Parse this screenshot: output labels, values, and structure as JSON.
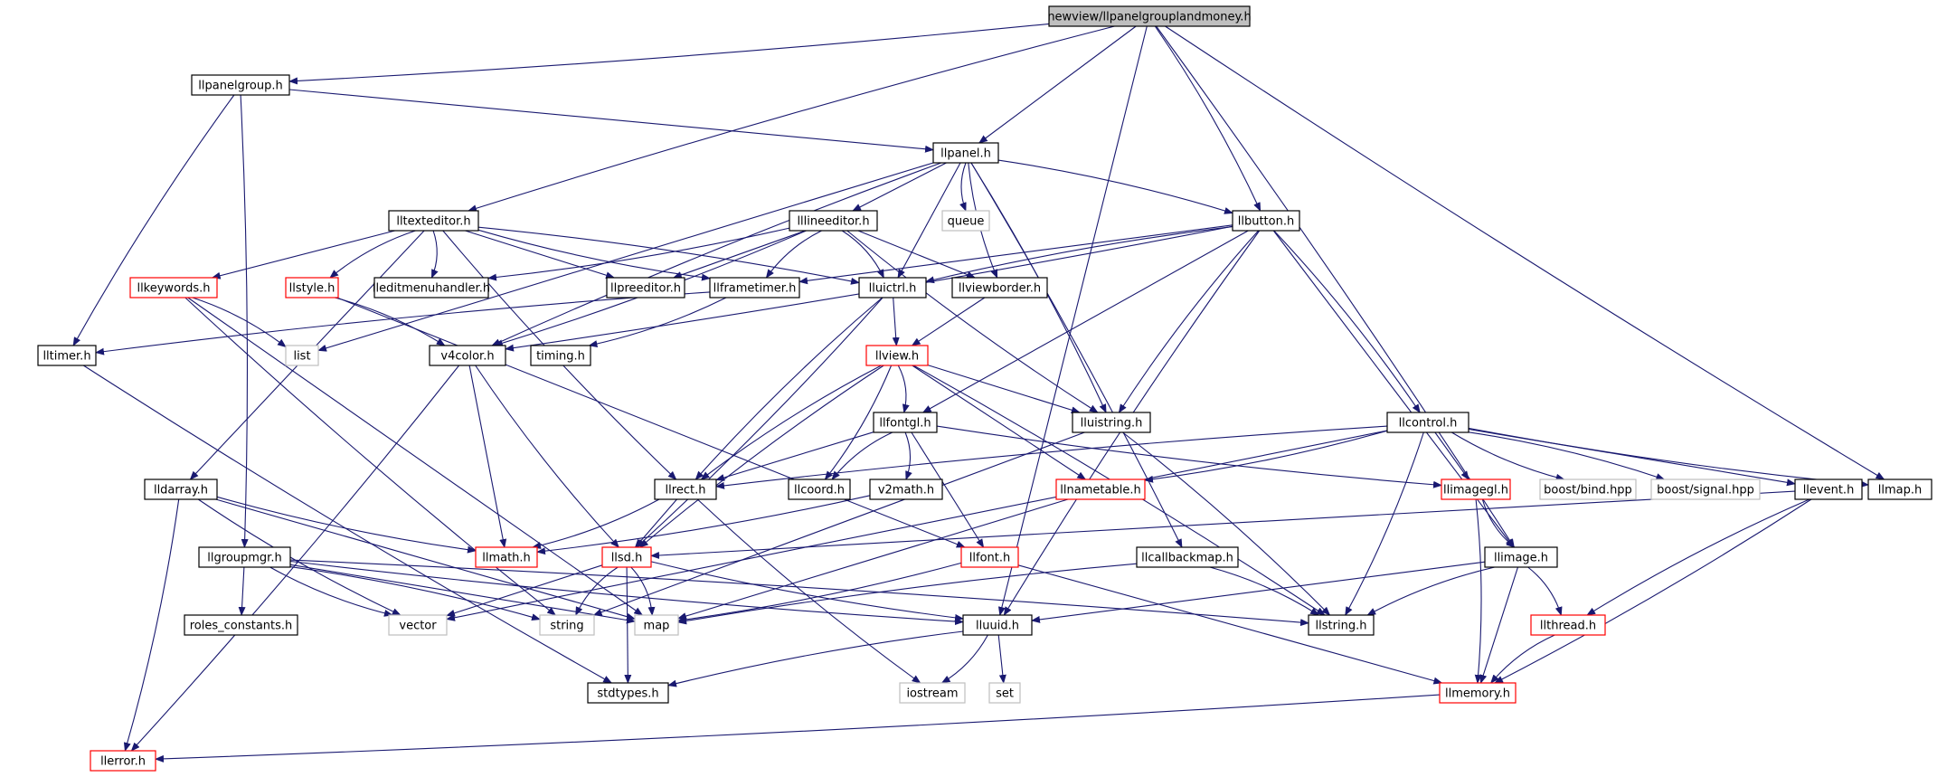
{
  "colors": {
    "edge": "#191970",
    "border_black": "#000000",
    "border_red": "#ff0000",
    "border_gray": "#bfbfbf",
    "root_fill": "#bfbfbf",
    "node_fill": "#ffffff"
  },
  "nodes": [
    {
      "id": "root",
      "label": "newview/llpanelgrouplandmoney.h",
      "style": "root"
    },
    {
      "id": "llpanelgroup",
      "label": "llpanelgroup.h",
      "style": "black"
    },
    {
      "id": "llpanel",
      "label": "llpanel.h",
      "style": "black"
    },
    {
      "id": "lltexteditor",
      "label": "lltexteditor.h",
      "style": "black"
    },
    {
      "id": "lllineeditor",
      "label": "lllineeditor.h",
      "style": "black"
    },
    {
      "id": "queue",
      "label": "queue",
      "style": "gray"
    },
    {
      "id": "llbutton",
      "label": "llbutton.h",
      "style": "black"
    },
    {
      "id": "llkeywords",
      "label": "llkeywords.h",
      "style": "red"
    },
    {
      "id": "llstyle",
      "label": "llstyle.h",
      "style": "red"
    },
    {
      "id": "lleditmenuhandler",
      "label": "lleditmenuhandler.h",
      "style": "black"
    },
    {
      "id": "llpreeditor",
      "label": "llpreeditor.h",
      "style": "black"
    },
    {
      "id": "llframetimer",
      "label": "llframetimer.h",
      "style": "black"
    },
    {
      "id": "lluictrl",
      "label": "lluictrl.h",
      "style": "black"
    },
    {
      "id": "llviewborder",
      "label": "llviewborder.h",
      "style": "black"
    },
    {
      "id": "lltimer",
      "label": "lltimer.h",
      "style": "black"
    },
    {
      "id": "list",
      "label": "list",
      "style": "gray"
    },
    {
      "id": "v4color",
      "label": "v4color.h",
      "style": "black"
    },
    {
      "id": "timing",
      "label": "timing.h",
      "style": "black"
    },
    {
      "id": "llview",
      "label": "llview.h",
      "style": "red"
    },
    {
      "id": "llfontgl",
      "label": "llfontgl.h",
      "style": "black"
    },
    {
      "id": "lluistring",
      "label": "lluistring.h",
      "style": "black"
    },
    {
      "id": "llcontrol",
      "label": "llcontrol.h",
      "style": "black"
    },
    {
      "id": "lldarray",
      "label": "lldarray.h",
      "style": "black"
    },
    {
      "id": "llrect",
      "label": "llrect.h",
      "style": "black"
    },
    {
      "id": "llcoord",
      "label": "llcoord.h",
      "style": "black"
    },
    {
      "id": "v2math",
      "label": "v2math.h",
      "style": "black"
    },
    {
      "id": "llnametable",
      "label": "llnametable.h",
      "style": "red"
    },
    {
      "id": "llimagegl",
      "label": "llimagegl.h",
      "style": "red"
    },
    {
      "id": "boostbind",
      "label": "boost/bind.hpp",
      "style": "gray"
    },
    {
      "id": "boostsignal",
      "label": "boost/signal.hpp",
      "style": "gray"
    },
    {
      "id": "llevent",
      "label": "llevent.h",
      "style": "black"
    },
    {
      "id": "llmap",
      "label": "llmap.h",
      "style": "black"
    },
    {
      "id": "llgroupmgr",
      "label": "llgroupmgr.h",
      "style": "black"
    },
    {
      "id": "llmath",
      "label": "llmath.h",
      "style": "red"
    },
    {
      "id": "llsd",
      "label": "llsd.h",
      "style": "red"
    },
    {
      "id": "llfont",
      "label": "llfont.h",
      "style": "red"
    },
    {
      "id": "llcallbackmap",
      "label": "llcallbackmap.h",
      "style": "black"
    },
    {
      "id": "llimage",
      "label": "llimage.h",
      "style": "black"
    },
    {
      "id": "roles_constants",
      "label": "roles_constants.h",
      "style": "black"
    },
    {
      "id": "vector",
      "label": "vector",
      "style": "gray"
    },
    {
      "id": "string",
      "label": "string",
      "style": "gray"
    },
    {
      "id": "map",
      "label": "map",
      "style": "gray"
    },
    {
      "id": "lluuid",
      "label": "lluuid.h",
      "style": "black"
    },
    {
      "id": "llstring",
      "label": "llstring.h",
      "style": "black"
    },
    {
      "id": "llthread",
      "label": "llthread.h",
      "style": "red"
    },
    {
      "id": "stdtypes",
      "label": "stdtypes.h",
      "style": "black"
    },
    {
      "id": "iostream",
      "label": "iostream",
      "style": "gray"
    },
    {
      "id": "set",
      "label": "set",
      "style": "gray"
    },
    {
      "id": "llmemory",
      "label": "llmemory.h",
      "style": "red"
    },
    {
      "id": "llerror",
      "label": "llerror.h",
      "style": "red"
    }
  ],
  "edges": [
    [
      "root",
      "llpanelgroup"
    ],
    [
      "root",
      "llpanel"
    ],
    [
      "root",
      "lltexteditor"
    ],
    [
      "root",
      "llbutton"
    ],
    [
      "root",
      "lluuid"
    ],
    [
      "root",
      "llmap"
    ],
    [
      "root",
      "llimage"
    ],
    [
      "llpanelgroup",
      "llpanel"
    ],
    [
      "llpanelgroup",
      "lltimer"
    ],
    [
      "llpanelgroup",
      "llgroupmgr"
    ],
    [
      "llpanel",
      "lllineeditor"
    ],
    [
      "llpanel",
      "queue"
    ],
    [
      "llpanel",
      "llbutton"
    ],
    [
      "llpanel",
      "lluictrl"
    ],
    [
      "llpanel",
      "llviewborder"
    ],
    [
      "llpanel",
      "lluistring"
    ],
    [
      "llpanel",
      "list"
    ],
    [
      "llpanel",
      "v4color"
    ],
    [
      "llpanel",
      "llcallbackmap"
    ],
    [
      "lltexteditor",
      "llkeywords"
    ],
    [
      "lltexteditor",
      "llstyle"
    ],
    [
      "lltexteditor",
      "lleditmenuhandler"
    ],
    [
      "lltexteditor",
      "llpreeditor"
    ],
    [
      "lltexteditor",
      "llframetimer"
    ],
    [
      "lltexteditor",
      "lluictrl"
    ],
    [
      "lltexteditor",
      "lldarray"
    ],
    [
      "lltexteditor",
      "llrect"
    ],
    [
      "lllineeditor",
      "lleditmenuhandler"
    ],
    [
      "lllineeditor",
      "llpreeditor"
    ],
    [
      "lllineeditor",
      "llframetimer"
    ],
    [
      "lllineeditor",
      "lluictrl"
    ],
    [
      "lllineeditor",
      "llviewborder"
    ],
    [
      "lllineeditor",
      "lluistring"
    ],
    [
      "lllineeditor",
      "v4color"
    ],
    [
      "llbutton",
      "llframetimer"
    ],
    [
      "llbutton",
      "lluictrl"
    ],
    [
      "llbutton",
      "v4color"
    ],
    [
      "llbutton",
      "llfontgl"
    ],
    [
      "llbutton",
      "lluistring"
    ],
    [
      "llbutton",
      "llcontrol"
    ],
    [
      "llbutton",
      "llimage"
    ],
    [
      "llbutton",
      "lluuid"
    ],
    [
      "llkeywords",
      "list"
    ],
    [
      "llkeywords",
      "map"
    ],
    [
      "llkeywords",
      "string"
    ],
    [
      "llstyle",
      "v4color"
    ],
    [
      "llstyle",
      "llfont"
    ],
    [
      "llframetimer",
      "lltimer"
    ],
    [
      "llframetimer",
      "timing"
    ],
    [
      "lluictrl",
      "llview"
    ],
    [
      "lluictrl",
      "llrect"
    ],
    [
      "lluictrl",
      "llsd"
    ],
    [
      "llviewborder",
      "llview"
    ],
    [
      "lltimer",
      "stdtypes"
    ],
    [
      "v4color",
      "llerror"
    ],
    [
      "v4color",
      "llmath"
    ],
    [
      "v4color",
      "llsd"
    ],
    [
      "llview",
      "llfontgl"
    ],
    [
      "llview",
      "lluistring"
    ],
    [
      "llview",
      "llrect"
    ],
    [
      "llview",
      "llcoord"
    ],
    [
      "llview",
      "llnametable"
    ],
    [
      "llview",
      "llsd"
    ],
    [
      "llview",
      "llstring"
    ],
    [
      "llfontgl",
      "llrect"
    ],
    [
      "llfontgl",
      "llcoord"
    ],
    [
      "llfontgl",
      "v2math"
    ],
    [
      "llfontgl",
      "llfont"
    ],
    [
      "llfontgl",
      "llimagegl"
    ],
    [
      "lluistring",
      "llstring"
    ],
    [
      "lluistring",
      "string"
    ],
    [
      "llcontrol",
      "llrect"
    ],
    [
      "llcontrol",
      "llnametable"
    ],
    [
      "llcontrol",
      "llimagegl"
    ],
    [
      "llcontrol",
      "boostbind"
    ],
    [
      "llcontrol",
      "boostsignal"
    ],
    [
      "llcontrol",
      "llevent"
    ],
    [
      "llcontrol",
      "llmap"
    ],
    [
      "llcontrol",
      "llstring"
    ],
    [
      "llcontrol",
      "vector"
    ],
    [
      "lldarray",
      "llmath"
    ],
    [
      "lldarray",
      "llerror"
    ],
    [
      "lldarray",
      "map"
    ],
    [
      "lldarray",
      "vector"
    ],
    [
      "llrect",
      "llmath"
    ],
    [
      "llrect",
      "llsd"
    ],
    [
      "llrect",
      "iostream"
    ],
    [
      "v2math",
      "llmath"
    ],
    [
      "llnametable",
      "map"
    ],
    [
      "llimagegl",
      "llimage"
    ],
    [
      "llimagegl",
      "llmemory"
    ],
    [
      "llevent",
      "llsd"
    ],
    [
      "llevent",
      "llthread"
    ],
    [
      "llevent",
      "llmemory"
    ],
    [
      "llgroupmgr",
      "roles_constants"
    ],
    [
      "llgroupmgr",
      "vector"
    ],
    [
      "llgroupmgr",
      "string"
    ],
    [
      "llgroupmgr",
      "map"
    ],
    [
      "llgroupmgr",
      "lluuid"
    ],
    [
      "llgroupmgr",
      "llstring"
    ],
    [
      "llsd",
      "vector"
    ],
    [
      "llsd",
      "string"
    ],
    [
      "llsd",
      "map"
    ],
    [
      "llsd",
      "stdtypes"
    ],
    [
      "llsd",
      "lluuid"
    ],
    [
      "llfont",
      "map"
    ],
    [
      "llfont",
      "llmemory"
    ],
    [
      "llcallbackmap",
      "map"
    ],
    [
      "llcallbackmap",
      "llstring"
    ],
    [
      "llimage",
      "lluuid"
    ],
    [
      "llimage",
      "llstring"
    ],
    [
      "llimage",
      "llthread"
    ],
    [
      "llimage",
      "llmemory"
    ],
    [
      "lluuid",
      "stdtypes"
    ],
    [
      "lluuid",
      "iostream"
    ],
    [
      "lluuid",
      "set"
    ],
    [
      "llthread",
      "llmemory"
    ],
    [
      "llmemory",
      "llerror"
    ]
  ]
}
